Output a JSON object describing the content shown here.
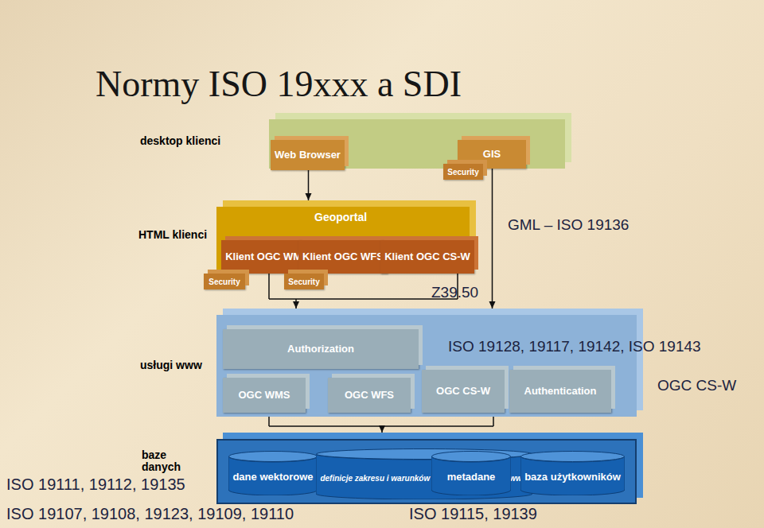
{
  "diagram": {
    "title": "Normy ISO 19xxx a SDI",
    "nodes": [
      {
        "text": [
          "desktop klienci"
        ]
      },
      {
        "text": [
          "Web Browser"
        ],
        "in": 0
      },
      {
        "text": [
          "GIS"
        ],
        "in": 0
      },
      {
        "text": [
          "Security"
        ],
        "in": 0
      },
      {
        "text": [
          "HTML klienci",
          "Geoportal"
        ]
      },
      {
        "text": [
          "Klient OGC WMS"
        ],
        "in": 4
      },
      {
        "text": [
          "Klient OGC WFS"
        ],
        "in": 4
      },
      {
        "text": [
          "Klient OGC CS-W"
        ],
        "in": 4
      },
      {
        "text": [
          "Security"
        ],
        "in": 4
      },
      {
        "text": [
          "Security"
        ],
        "in": 4
      },
      {
        "text": [
          "usługi www"
        ]
      },
      {
        "text": [
          "Authorization"
        ],
        "in": 10
      },
      {
        "text": [
          "OGC WMS"
        ],
        "in": 10
      },
      {
        "text": [
          "OGC WFS"
        ],
        "in": 10
      },
      {
        "text": [
          "OGC CS-W"
        ],
        "in": 10
      },
      {
        "text": [
          "Authentication"
        ],
        "in": 10
      },
      {
        "text": [
          "baze danych"
        ]
      },
      {
        "text": [
          "dane wektorowe"
        ],
        "in": 16
      },
      {
        "text": [
          "definicje zakresu i warunków użytkowania usługą www"
        ],
        "in": 16
      },
      {
        "text": [
          "metadane"
        ],
        "in": 16
      },
      {
        "text": [
          "baza użytkowników"
        ],
        "in": 16
      }
    ],
    "edges": [
      {
        "from": 1,
        "to": 4,
        "arrow": "to"
      },
      {
        "from": 2,
        "to": 10,
        "arrow": "to"
      },
      {
        "from": 4,
        "to": 10,
        "arrow": "to"
      },
      {
        "from": 10,
        "to": 16,
        "arrow": "to"
      }
    ],
    "labels": [
      "GML – ISO 19136",
      "Z39.50",
      "ISO 19128, 19117, 19142, ISO 19143",
      "OGC CS-W",
      "ISO 19111, 19112, 19135",
      "ISO 19107, 19108, 19123, 19109, 19110",
      "ISO 19115, 19139"
    ]
  }
}
